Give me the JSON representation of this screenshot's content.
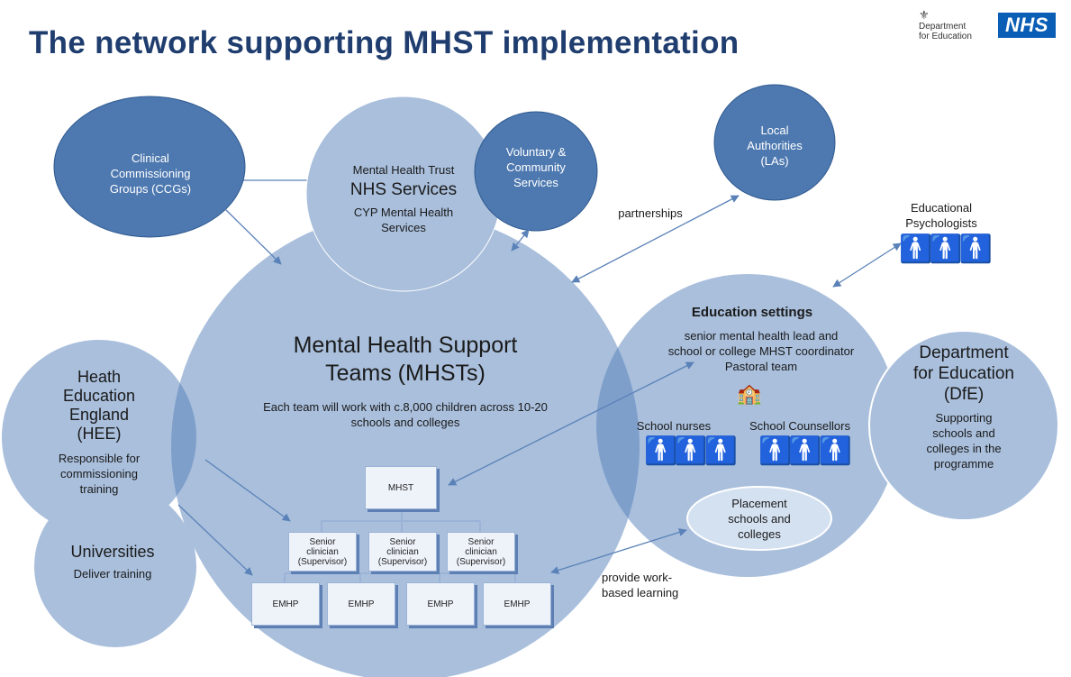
{
  "title": "The network supporting MHST implementation",
  "logos": {
    "dfe": {
      "crest": "⚜",
      "line1": "Department",
      "line2": "for Education"
    },
    "nhs": "NHS"
  },
  "nodes": {
    "ccg": {
      "line1": "Clinical",
      "line2": "Commissioning",
      "line3": "Groups (CCGs)"
    },
    "nhs": {
      "trust": "Mental Health Trust",
      "services": "NHS Services",
      "cyp1": "CYP Mental Health",
      "cyp2": "Services"
    },
    "voluntary": {
      "line1": "Voluntary &",
      "line2": "Community",
      "line3": "Services"
    },
    "la": {
      "line1": "Local",
      "line2": "Authorities",
      "line3": "(LAs)"
    },
    "partnerships": "partnerships",
    "ed_psych": {
      "line1": "Educational",
      "line2": "Psychologists"
    },
    "mhst": {
      "title1": "Mental Health Support",
      "title2": "Teams (MHSTs)",
      "desc1": "Each team will work with c.8,000 children across 10-20",
      "desc2": "schools and colleges"
    },
    "hee": {
      "line1": "Heath",
      "line2": "Education",
      "line3": "England",
      "line4": "(HEE)",
      "desc1": "Responsible for",
      "desc2": "commissioning",
      "desc3": "training"
    },
    "universities": {
      "title": "Universities",
      "desc": "Deliver training"
    },
    "education": {
      "title": "Education settings",
      "line1": "senior mental health lead and",
      "line2": "school or college MHST coordinator",
      "line3": "Pastoral team",
      "nurses": "School nurses",
      "counsellors": "School Counsellors",
      "placement1": "Placement",
      "placement2": "schools and",
      "placement3": "colleges"
    },
    "dfe": {
      "line1": "Department",
      "line2": "for Education",
      "line3": "(DfE)",
      "desc1": "Supporting",
      "desc2": "schools and",
      "desc3": "colleges in the",
      "desc4": "programme"
    },
    "work_based": {
      "line1": "provide work-",
      "line2": "based learning"
    }
  },
  "org_chart": {
    "top": "MHST",
    "seniors": [
      {
        "l1": "Senior",
        "l2": "clinician",
        "l3": "(Supervisor)"
      },
      {
        "l1": "Senior",
        "l2": "clinician",
        "l3": "(Supervisor)"
      },
      {
        "l1": "Senior",
        "l2": "clinician",
        "l3": "(Supervisor)"
      }
    ],
    "emhp": [
      "EMHP",
      "EMHP",
      "EMHP",
      "EMHP"
    ]
  },
  "icons": {
    "person": "🚹",
    "school": "🏫"
  },
  "colors": {
    "dark_circle": "#4e79b0",
    "light_circle": "#a9bfdc",
    "overlap": "#7f9fcb",
    "title": "#1f3d6e",
    "arrow": "#5a82b8"
  }
}
